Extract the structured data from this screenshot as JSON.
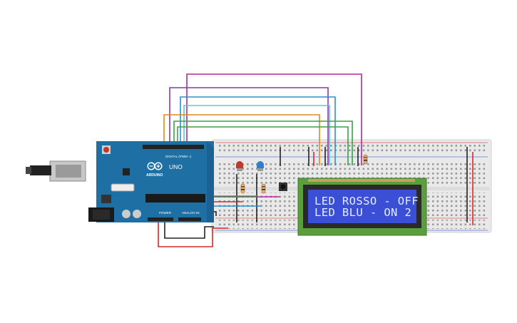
{
  "arduino": {
    "brand": "ARDUINO",
    "model": "UNO",
    "header_digital": "DIGITAL (PWM ~)",
    "header_power": "POWER",
    "header_analog": "ANALOG IN"
  },
  "lcd": {
    "line1": "LED ROSSO - OFF",
    "line2": "LED BLU - ON  2"
  },
  "colors": {
    "board": "#1e6fa3",
    "breadboard": "#e9e9e9",
    "lcd_pcb": "#5a9e3d",
    "lcd_screen": "#3a4ed6",
    "wire_magenta": "#b5279e",
    "wire_purple": "#8a3aa8",
    "wire_blue": "#2c8fce",
    "wire_cyan": "#5ec7d3",
    "wire_orange": "#e08a1e",
    "wire_green": "#3aa14a",
    "wire_red": "#d62a2a",
    "wire_black": "#222222",
    "led_red": "#c8352b",
    "led_blue": "#2f7fd0"
  },
  "icons": [
    "usb-connector",
    "power-jack",
    "reset-button",
    "red-led",
    "blue-led",
    "push-button",
    "resistor"
  ]
}
